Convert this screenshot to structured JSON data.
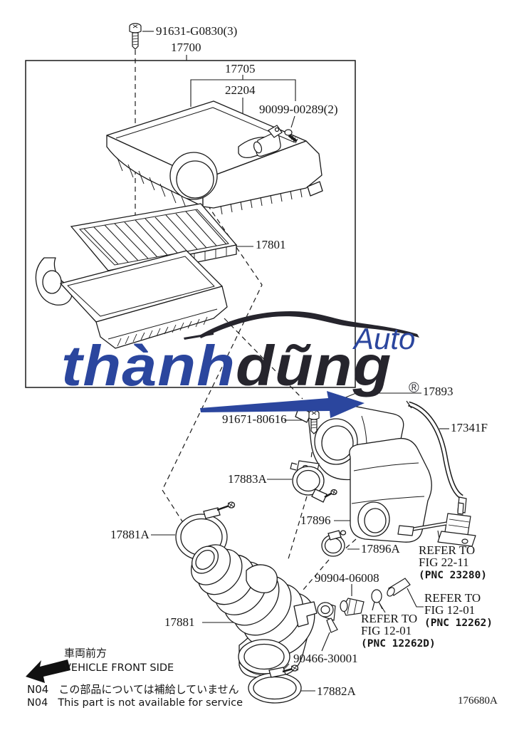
{
  "figure_code": "176680A",
  "parts": {
    "p91631": "91631-G0830(3)",
    "p17700": "17700",
    "p17705": "17705",
    "p22204": "22204",
    "p90099": "90099-00289(2)",
    "p17801": "17801",
    "p17893": "17893",
    "p91671": "91671-80616",
    "p17341f": "17341F",
    "p17883a": "17883A",
    "p17896": "17896",
    "p17881a": "17881A",
    "p17896a": "17896A",
    "p90904": "90904-06008",
    "p17881": "17881",
    "p90466": "90466-30001",
    "p17882a": "17882A"
  },
  "refers": {
    "fig2211": {
      "l1": "REFER TO",
      "l2": "FIG 22-11",
      "pnc": "(PNC 23280)"
    },
    "fig1201_right": {
      "l1": "REFER TO",
      "l2": "FIG 12-01",
      "pnc": "(PNC 12262)"
    },
    "fig1201_left": {
      "l1": "REFER TO",
      "l2": "FIG 12-01",
      "pnc": "(PNC 12262D)"
    }
  },
  "watermark": {
    "word1": "thành",
    "word2": "dũng",
    "word3": "Auto",
    "registered": "®",
    "blue_color": "#2b469e",
    "dark_color": "#26252d"
  },
  "footer": {
    "front_jp": "車両前方",
    "front_en": "VEHICLE FRONT SIDE",
    "notes": [
      {
        "code": "N04",
        "text": "この部品については補給していません"
      },
      {
        "code": "N04",
        "text": "This part is not available for service"
      }
    ]
  },
  "diagram": {
    "line_color": "#1a1a1a",
    "description": "Toyota air cleaner exploded parts diagram"
  }
}
